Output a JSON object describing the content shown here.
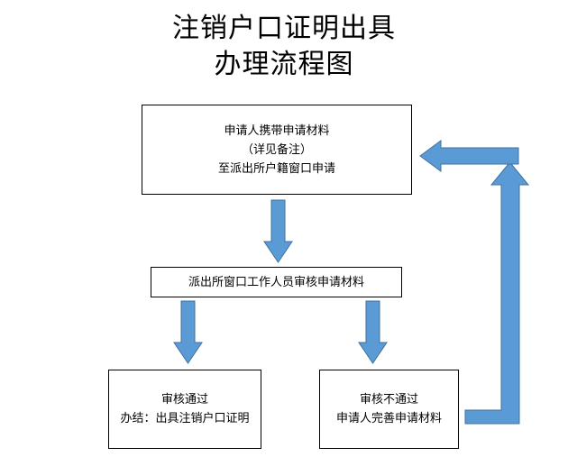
{
  "title": {
    "line1": "注销户口证明出具",
    "line2": "办理流程图"
  },
  "nodes": {
    "apply": {
      "line1": "申请人携带申请材料",
      "line2": "（详见备注）",
      "line3": "至派出所户籍窗口申请"
    },
    "review": {
      "label": "派出所窗口工作人员审核申请材料"
    },
    "pass": {
      "line1": "审核通过",
      "line2": "办结：出具注销户口证明"
    },
    "fail": {
      "line1": "审核不通过",
      "line2": "申请人完善申请材料"
    }
  },
  "colors": {
    "arrow_fill": "#5b9bd5",
    "arrow_stroke": "#41719c",
    "box_border": "#000000"
  }
}
